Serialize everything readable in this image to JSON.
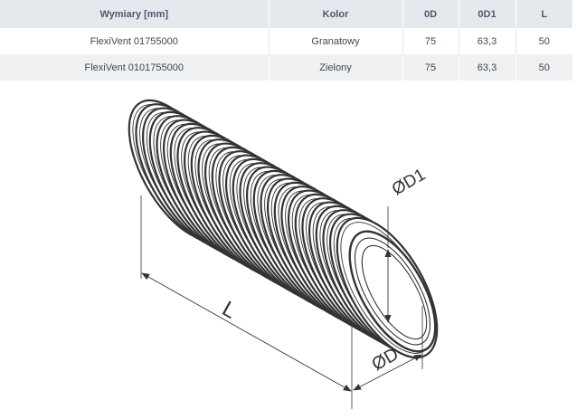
{
  "table": {
    "headers": [
      "Wymiary [mm]",
      "Kolor",
      "0D",
      "0D1",
      "L"
    ],
    "rows": [
      [
        "FlexiVent 01755000",
        "Granatowy",
        "75",
        "63,3",
        "50"
      ],
      [
        "FlexiVent 0101755000",
        "Zielony",
        "75",
        "63,3",
        "50"
      ]
    ]
  },
  "diagram": {
    "label_length": "L",
    "label_outer_diameter": "ØD",
    "label_inner_diameter": "ØD1"
  },
  "colors": {
    "header_bg": "#e5e9ee",
    "stripe_bg": "#eef0f2",
    "line": "#333333"
  }
}
